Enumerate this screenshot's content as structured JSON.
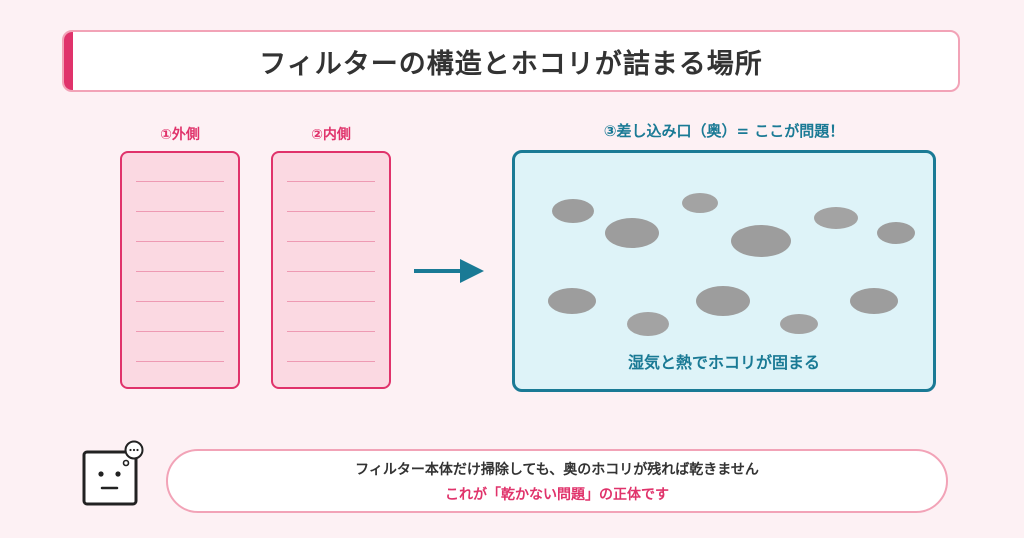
{
  "title": "フィルターの構造とホコリが詰まる場所",
  "panels": {
    "outer_label": "①外側",
    "inner_label": "②内側"
  },
  "duct": {
    "label": "③差し込み口（奥）= ここが問題！",
    "caption": "湿気と熱でホコリが固まる"
  },
  "message": {
    "line1": "フィルター本体だけ掃除しても、奥のホコリが残れば乾きません",
    "line2": "これが「乾かない問題」の正体です"
  },
  "colors": {
    "accent_pink": "#e0336b",
    "panel_fill": "#fbd9e2",
    "teal": "#1a7a95",
    "duct_fill": "#def3f8",
    "dust": "#9d9d9d"
  },
  "icons": {
    "arrow": "arrow-right-icon",
    "mascot": "square-face-mascot-icon"
  }
}
